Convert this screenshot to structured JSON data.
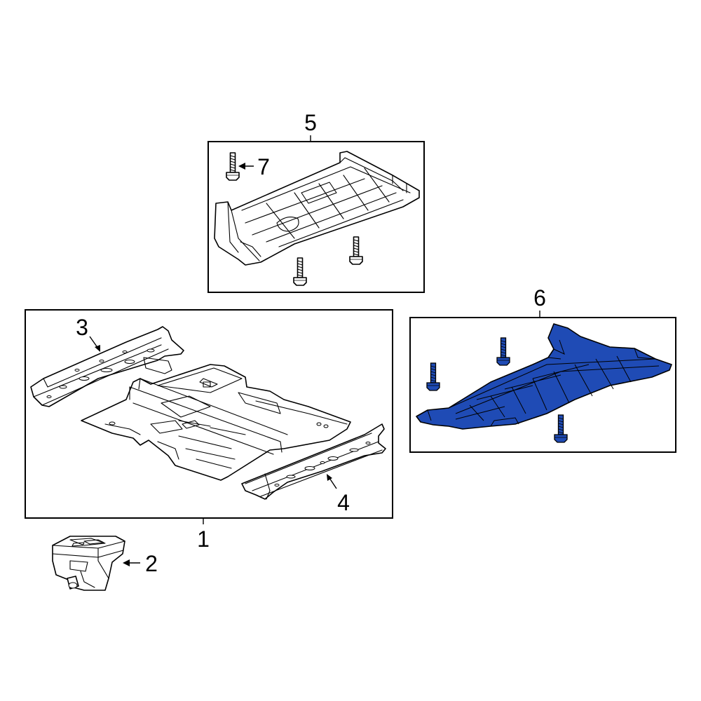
{
  "colors": {
    "background": "#ffffff",
    "line": "#000000",
    "highlight": "#1f4bb5"
  },
  "callouts": {
    "c1": "1",
    "c2": "2",
    "c3": "3",
    "c4": "4",
    "c5": "5",
    "c6": "6",
    "c7": "7"
  },
  "icons": {
    "bolt": "bolt-icon"
  }
}
